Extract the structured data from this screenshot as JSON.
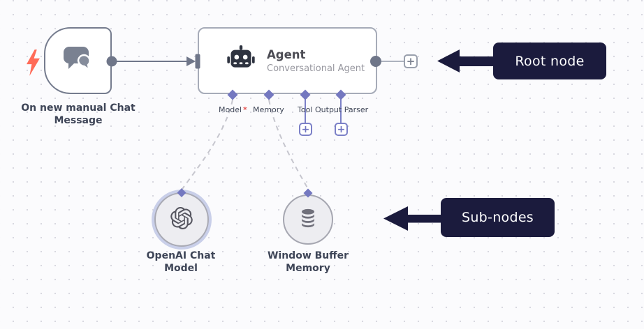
{
  "canvas": {
    "background": "#fbfbfd",
    "dot_color": "#d8d8e0"
  },
  "trigger_node": {
    "label": "On new manual Chat Message",
    "icon": "chat-bubbles-icon",
    "badge_icon": "lightning-bolt-icon"
  },
  "agent_node": {
    "title": "Agent",
    "subtitle": "Conversational Agent",
    "icon": "robot-icon",
    "required_marker": "*",
    "ports": [
      {
        "label": "Model",
        "required": true
      },
      {
        "label": "Memory",
        "required": false
      },
      {
        "label": "Tool",
        "required": false
      },
      {
        "label": "Output Parser",
        "required": false
      }
    ]
  },
  "sub_nodes": [
    {
      "label": "OpenAI Chat Model",
      "icon": "openai-logo-icon",
      "highlighted": true
    },
    {
      "label": "Window Buffer Memory",
      "icon": "database-icon",
      "highlighted": false
    }
  ],
  "annotations": {
    "root": {
      "label": "Root node"
    },
    "sub": {
      "label": "Sub-nodes"
    }
  },
  "ui": {
    "plus": "+"
  },
  "colors": {
    "connector_gray": "#6f7689",
    "node_border_gray": "#a6abb8",
    "port_purple": "#7478c0",
    "dashed_gray": "#c6c6ce",
    "annotation_navy": "#1b1b3d",
    "bolt_red": "#ff6b58",
    "required_red": "#e4504e",
    "halo_lavender": "#c9cfe9"
  }
}
